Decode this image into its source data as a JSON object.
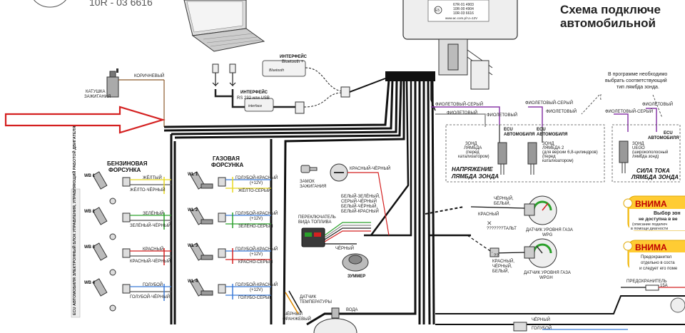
{
  "header": {
    "cert_number": "10R - 03 6616",
    "title_line1": "Схема подключе",
    "title_line2": "автомобильной",
    "ecu_label_lines": [
      "67R-01 4903",
      "10R-00 4904",
      "10R-03 6616"
    ],
    "ecu_label_small": "www.ac.com.pl    U=12V",
    "ecu_badge": "E5"
  },
  "top": {
    "ignition_coil": "КАТУШКА\nЗАЖИГАНИЯ",
    "coil_wire": "КОРИЧНЕВЫЙ",
    "interface_bt": "ИНТЕРФЕЙС\nBluetooth +",
    "interface_usb": "ИНТЕРФЕЙС\nRS 232 или USB",
    "bt_small": "Bluetooth",
    "usb_small": "interface"
  },
  "petrol_injectors": {
    "title": "БЕНЗИНОВАЯ\nФОРСУНКА",
    "side_label": "ECU АВТОМОБИЛЯ ЭЛЕКТРОННЫЙ БЛОК УПРАВЛЕНИЯ, УПРАВЛЯЮЩИЙ РАБОТОЙ ДВИГАТЕЛЯ",
    "items": [
      {
        "id": "WB 1",
        "wire_top": "ЖЁЛТЫЙ",
        "wire_bottom": "ЖЁЛТО-ЧЁРНЫЙ",
        "color": "#e8d820"
      },
      {
        "id": "WB 2",
        "wire_top": "ЗЕЛЁНЫЙ",
        "wire_bottom": "ЗЕЛЁНЫЙ-ЧЁРНЫЙ",
        "color": "#2aa02a"
      },
      {
        "id": "WB 3",
        "wire_top": "КРАСНЫЙ",
        "wire_bottom": "КРАСНЫЙ-ЧЁРНЫЙ",
        "color": "#d42020"
      },
      {
        "id": "WB 4",
        "wire_top": "ГОЛУБОЙ",
        "wire_bottom": "ГОЛУБОЙ-ЧЁРНЫЙ",
        "color": "#3a7ad8"
      }
    ]
  },
  "gas_injectors": {
    "title": "ГАЗОВАЯ\nФОРСУНКА",
    "items": [
      {
        "id": "WL 1",
        "wire_top": "ГОЛУБОЙ-КРАСНЫЙ\n(+12V)",
        "wire_bottom": "ЖЁЛТО-СЕРЫЙ",
        "color": "#e8d820"
      },
      {
        "id": "WL 2",
        "wire_top": "ГОЛУБОЙ-КРАСНЫЙ\n(+12V)",
        "wire_bottom": "ЗЕЛЁНО-СЕРЫЙ",
        "color": "#2aa02a"
      },
      {
        "id": "WL 3",
        "wire_top": "ГОЛУБОЙ-КРАСНЫЙ\n(+12V)",
        "wire_bottom": "КРАСНО-СЕРЫЙ",
        "color": "#d42020"
      },
      {
        "id": "WL 4",
        "wire_top": "ГОЛУБОЙ-КРАСНЫЙ\n(+12V)",
        "wire_bottom": "ГОЛУБО-СЕРЫЙ",
        "color": "#3a7ad8"
      }
    ]
  },
  "middle": {
    "ignition_lock": "ЗАМОК\nЗАЖИГАНИЯ",
    "ignition_wire": "КРАСНЫЙ-ЧЁРНЫЙ",
    "switch": "ПЕРЕКЛЮЧАТЕЛЬ\nВИДА ТОПЛИВА",
    "switch_wires": "БЕЛЫЙ-ЗЕЛЁНЫЙ,\nСЕРЫЙ-ЧЁРНЫЙ\nБЕЛЫЙ-ЧЁРНЫЙ,\nБЕЛЫЙ-КРАСНЫЙ",
    "switch_black": "ЧЁРНЫЙ",
    "buzzer": "ЗУММЕР",
    "temp_sensor": "ДАТЧИК\nТЕМПЕРАТУРЫ",
    "temp_wires": "ЧЁРНЫЙ\nОРАНЖЕВЫЙ",
    "water": "ВОДА"
  },
  "lambda": {
    "note": "В программе необходимо\nвыбрать соответствующий\nтип лямбда зонда.",
    "wire_violet_grey": "ФИОЛЕТОВЫЙ-СЕРЫЙ",
    "wire_violet": "ФИОЛЕТОВЫЙ",
    "ecu_car": "ECU\nАВТОМОБИЛЯ",
    "probe1": "ЗОНД\nЛЯМБДА\n(перед\nкатализатором)",
    "probe2": "ЗОНД\nЛЯМБДА 2\n(для версии 6,8-цилиндров)\n(перед\nкатализатором)",
    "probe3": "ЗОНД\nUEGO\n(широкополосный\nлямбда зонд)",
    "voltage_title": "НАПРЯЖЕНИЕ\nЛЯМБДА ЗОНДА",
    "current_title": "СИЛА ТОКА\nЛЯМБДА ЗОНДА"
  },
  "level": {
    "wires_top": "ЧЁРНЫЙ,\nБЕЛЫЙ,",
    "red": "КРАСНЫЙ",
    "unknown": "???????ТАЛЬТ",
    "sensor_wpg": "ДАТЧИК УРОВНЯ ГАЗА\nWPG",
    "wires_bottom": "КРАСНЫЙ,\nЧЁРНЫЙ,\nБЕЛЫЙ,",
    "sensor_wpgh": "ДАТЧИК УРОВНЯ ГАЗА\nWPGH",
    "qq": "??"
  },
  "warnings": {
    "w1_title": "ВНИМА",
    "w1_text": "Выбор зон\nне доступна в ве\n(описание подключ\nв помощи диагности",
    "w2_title": "ВНИМА",
    "w2_text": "Предохранител\nотдельно в соста\nи следует его поме"
  },
  "bottom": {
    "fuse": "ПРЕДОХРАНИТЕЛЬ",
    "fuse_value": "15A",
    "black": "ЧЁРНЫЙ",
    "blue": "ГОЛУБОЙ"
  },
  "colors": {
    "arrow": "#d42020",
    "violet": "#8a3aa8",
    "warn_bg": "#ffcc33"
  }
}
